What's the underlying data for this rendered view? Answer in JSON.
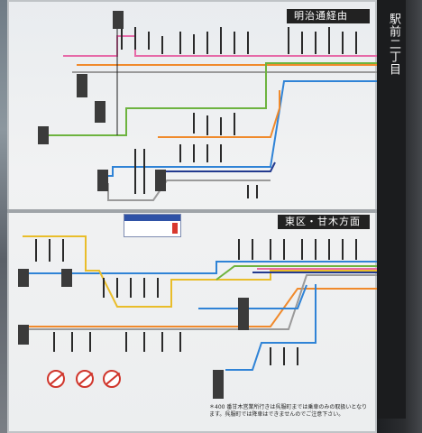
{
  "top_section": {
    "header": "明治通経由"
  },
  "bottom_section": {
    "header": "東区・甘木方面"
  },
  "station_label": "駅前二丁目",
  "note": "＊400 番甘木営業所行きは呉服町までは乗車のみの取扱いとなります。呉服町では降車はできませんのでご注意下さい。",
  "colors": {
    "pink": "#e66aa8",
    "orange": "#f08a2c",
    "green": "#6db33f",
    "blue": "#2f83d6",
    "yellow": "#e9bd2a",
    "gray": "#9a9a9a",
    "navy": "#233a8f",
    "dark": "#1f1f1f"
  },
  "icons": [
    "no-food-icon",
    "no-smoking-icon",
    "no-phone-icon"
  ]
}
